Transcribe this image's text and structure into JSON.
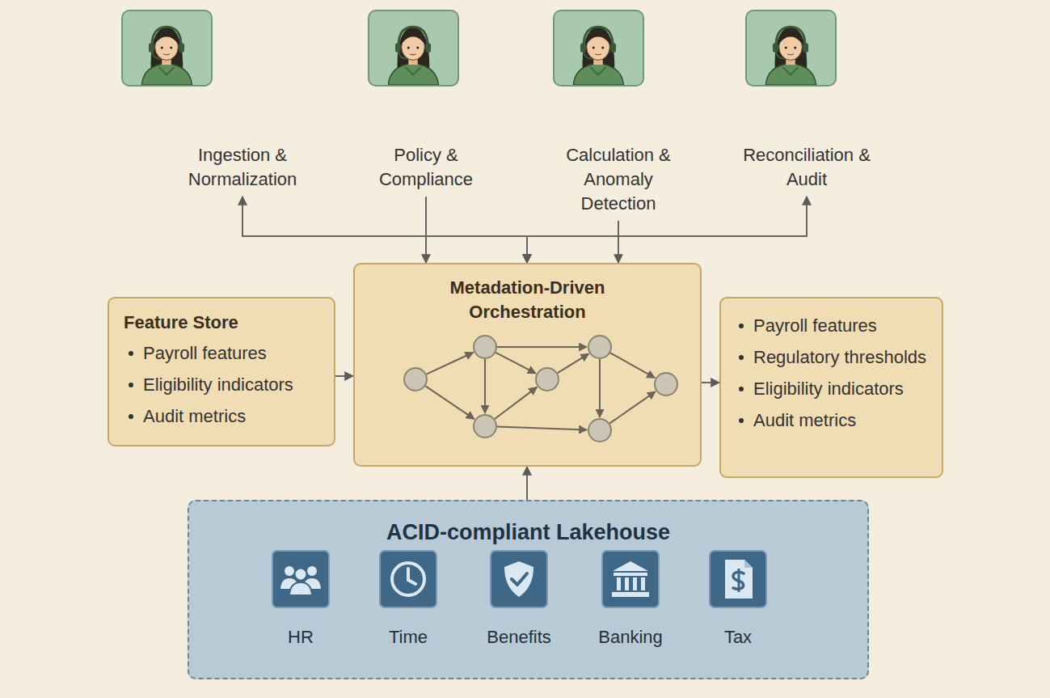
{
  "diagram": {
    "nodes": [
      {
        "text": [
          "Ingestion & Normalization"
        ]
      },
      {
        "text": [
          "Policy & Compliance"
        ]
      },
      {
        "text": [
          "Calculation & Anomaly Detection"
        ]
      },
      {
        "text": [
          "Reconciliation & Audit"
        ]
      },
      {
        "text": [
          "Feature Store",
          "Payroll features",
          "Eligibility indicators",
          "Audit metrics"
        ]
      },
      {
        "text": [
          "Metadation-Driven Orchestration"
        ]
      },
      {
        "text": [
          "Payroll features",
          "Regulatory thresholds",
          "Eligibility indicators",
          "Audit metrics"
        ]
      },
      {
        "text": [
          "ACID-compliant Lakehouse"
        ]
      },
      {
        "text": [
          "HR"
        ],
        "in": 7
      },
      {
        "text": [
          "Time"
        ],
        "in": 7
      },
      {
        "text": [
          "Benefits"
        ],
        "in": 7
      },
      {
        "text": [
          "Banking"
        ],
        "in": 7
      },
      {
        "text": [
          "Tax"
        ],
        "in": 7
      }
    ],
    "edges": [
      {
        "from": 5,
        "to": 0,
        "arrow": "both"
      },
      {
        "from": 5,
        "to": 3,
        "arrow": "both"
      },
      {
        "from": 1,
        "to": 5,
        "arrow": "to"
      },
      {
        "from": 2,
        "to": 5,
        "arrow": "to"
      },
      {
        "from": 4,
        "to": 5,
        "arrow": "to"
      },
      {
        "from": 5,
        "to": 6,
        "arrow": "to"
      },
      {
        "from": 7,
        "to": 5,
        "arrow": "to"
      }
    ]
  }
}
